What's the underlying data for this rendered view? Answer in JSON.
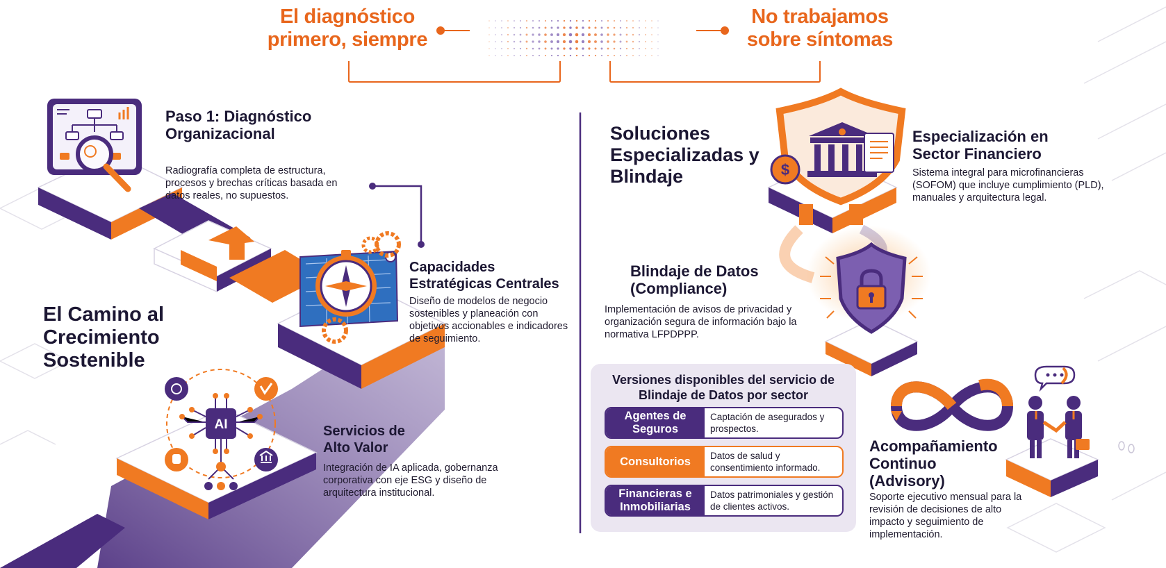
{
  "header": {
    "left_title": "El diagnóstico primero, siempre",
    "right_title": "No trabajamos sobre síntomas"
  },
  "left_section": {
    "title": "El Camino al Crecimiento Sostenible",
    "steps": [
      {
        "title": "Paso 1: Diagnóstico Organizacional",
        "description": "Radiografía completa de estructura, procesos y brechas críticas basada en datos reales, no supuestos."
      },
      {
        "title": "Capacidades Estratégicas Centrales",
        "description": "Diseño de modelos de negocio sostenibles y planeación con objetivos accionables e indicadores de seguimiento."
      },
      {
        "title": "Servicios de Alto Valor",
        "description": "Integración de IA aplicada, gobernanza corporativa con eje ESG y diseño de arquitectura institucional."
      }
    ]
  },
  "right_section": {
    "title": "Soluciones Especializadas y Blindaje",
    "items": [
      {
        "title": "Especialización en Sector Financiero",
        "description": "Sistema integral para microfinancieras (SOFOM) que incluye cumplimiento (PLD), manuales y arquitectura legal."
      },
      {
        "title": "Blindaje de Datos (Compliance)",
        "description": "Implementación de avisos de privacidad y organización segura de información bajo la normativa LFPDPPP."
      },
      {
        "title": "Acompañamiento Continuo (Advisory)",
        "description": "Soporte ejecutivo mensual para la revisión de decisiones de alto impacto y seguimiento de implementación."
      }
    ],
    "versions": {
      "title": "Versiones disponibles del servicio de Blindaje de Datos por sector",
      "rows": [
        {
          "label": "Agentes de Seguros",
          "description": "Captación de asegurados y prospectos."
        },
        {
          "label": "Consultorios",
          "description": "Datos de salud y consentimiento informado."
        },
        {
          "label": "Financieras e Inmobiliarias",
          "description": "Datos patrimoniales y gestión de clientes activos."
        }
      ]
    }
  },
  "icons": {
    "ai_chip_label": "AI"
  },
  "colors": {
    "purple": "#4a2c7d",
    "orange": "#f07a22",
    "header_orange": "#e8661c",
    "panel_bg": "#ebe6f1"
  }
}
